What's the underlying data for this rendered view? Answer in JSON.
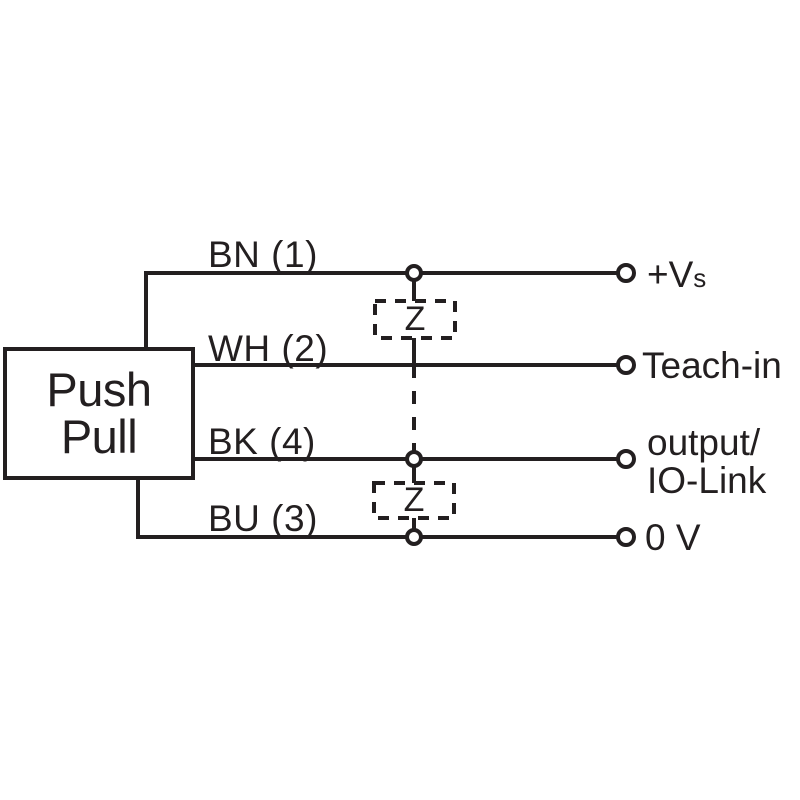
{
  "diagram": {
    "title": "Push Pull output wiring diagram",
    "type": "electrical-wiring-schematic",
    "stroke_color": "#231f20",
    "background_color": "#ffffff",
    "device": {
      "name": "push-pull-output-stage",
      "label_line1": "Push",
      "label_line2": "Pull"
    },
    "wires": [
      {
        "id": "bn",
        "label": "BN (1)",
        "color_code": "BN",
        "pin": "1",
        "terminal": "+Vs",
        "terminal_base": "+V",
        "terminal_sub": "s",
        "has_junction": true
      },
      {
        "id": "wh",
        "label": "WH (2)",
        "color_code": "WH",
        "pin": "2",
        "terminal": "Teach-in",
        "has_junction": false
      },
      {
        "id": "bk",
        "label": "BK (4)",
        "color_code": "BK",
        "pin": "4",
        "terminal": "output/ IO-Link",
        "terminal_line1": "output/",
        "terminal_line2": "IO-Link",
        "has_junction": true
      },
      {
        "id": "bu",
        "label": "BU (3)",
        "color_code": "BU",
        "pin": "3",
        "terminal": "0 V",
        "has_junction": true
      }
    ],
    "suppressors": [
      {
        "id": "z-upper",
        "label": "Z",
        "between": "BN (1) and WH (2)"
      },
      {
        "id": "z-lower",
        "label": "Z",
        "between": "BK (4) and BU (3)"
      }
    ]
  }
}
